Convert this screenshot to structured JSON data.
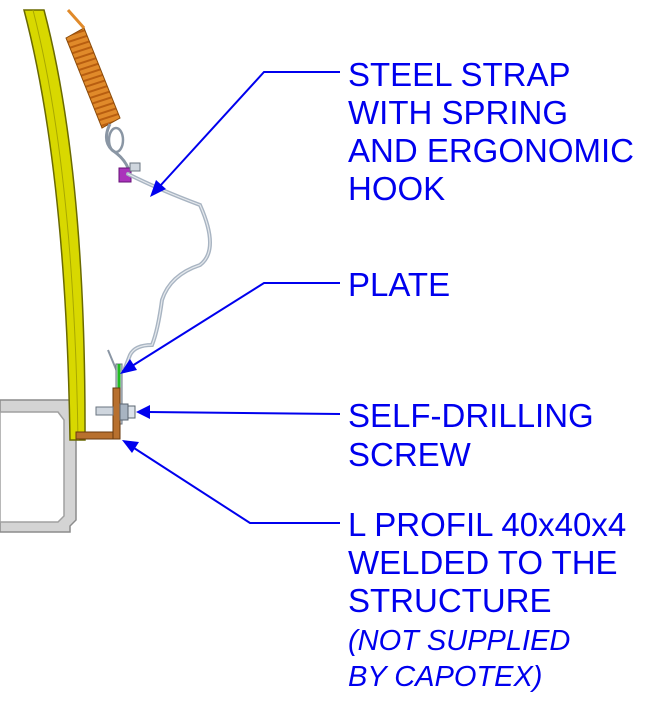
{
  "labels": {
    "steel_strap": [
      "STEEL STRAP",
      "WITH SPRING",
      "AND ERGONOMIC",
      "HOOK"
    ],
    "plate": [
      "PLATE"
    ],
    "screw": [
      "SELF-DRILLING",
      "SCREW"
    ],
    "profile": [
      "L PROFIL 40x40x4",
      "WELDED TO THE",
      "STRUCTURE"
    ],
    "profile_note": [
      "(NOT SUPPLIED",
      "BY CAPOTEX)"
    ]
  },
  "colors": {
    "label_text": "#0000ee",
    "bar_yellow": "#d8d800",
    "spring_orange": "#e08a2a",
    "angle_brown": "#b8702e",
    "beam_gray": "#c8c8c8",
    "strap_gray": "#a8b4c2",
    "plate_green": "#22bb22",
    "bolt_purple": "#aa33bb"
  }
}
